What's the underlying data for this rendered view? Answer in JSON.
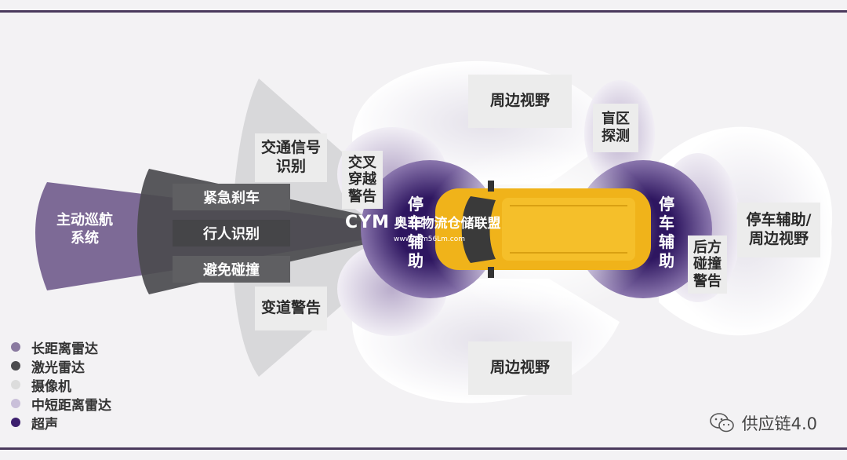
{
  "labels": {
    "peripheral_top": "周边视野",
    "peripheral_bottom": "周边视野",
    "traffic_sign": "交通信号\n识别",
    "cross_traffic": "交叉\n穿越\n警告",
    "emergency_brake": "紧急刹车",
    "pedestrian": "行人识别",
    "collision_avoid": "避免碰撞",
    "cruise_control": "主动巡航\n系统",
    "lane_change": "变道警告",
    "parking_front": "停\n车\n辅\n助",
    "parking_rear": "停\n车\n辅\n助",
    "blind_spot": "盲区\n探测",
    "rear_collision": "后方\n碰撞\n警告",
    "parking_surround": "停车辅助/\n周边视野"
  },
  "legend": [
    {
      "label": "长距离雷达",
      "color": "#8a7aa0",
      "icon": "circle-dot"
    },
    {
      "label": "激光雷达",
      "color": "#4b4b4e",
      "icon": "circle-dot"
    },
    {
      "label": "摄像机",
      "color": "#dcdcdc",
      "icon": "circle-dot"
    },
    {
      "label": "中短距离雷达",
      "color": "#c9bfd9",
      "icon": "circle-dot"
    },
    {
      "label": "超声",
      "color": "#3c1f6e",
      "icon": "circle-dot"
    }
  ],
  "watermark": {
    "logo": "CYM",
    "name": "奥菲物流仓储联盟",
    "url": "www.oym56Lm.com"
  },
  "brand": {
    "name": "供应链4.0",
    "icon": "wechat-icon"
  },
  "colors": {
    "ultrasonic": "#3c1f6e",
    "long_radar": "#7d6a96",
    "car_body": "#f0b31a",
    "frame": "#4a3a5c"
  }
}
